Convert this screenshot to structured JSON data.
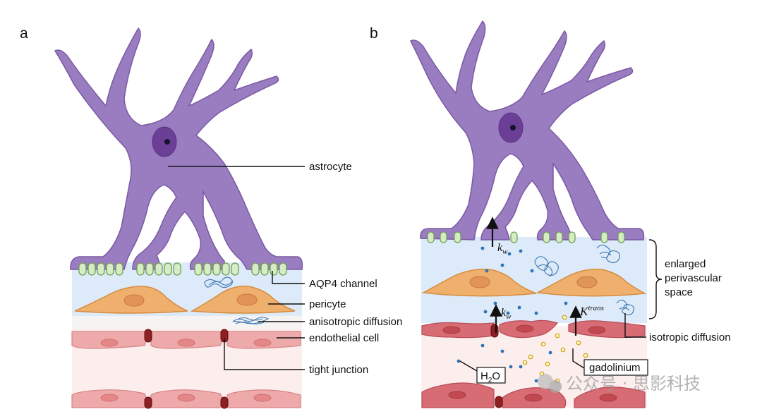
{
  "panels": {
    "a": {
      "letter": "a",
      "labels": {
        "astrocyte": "astrocyte",
        "aqp4": "AQP4 channel",
        "pericyte": "pericyte",
        "anisotropic": "anisotropic diffusion",
        "endothelial": "endothelial cell",
        "tight_junction": "tight junction"
      }
    },
    "b": {
      "letter": "b",
      "labels": {
        "kw_symbol": "k",
        "kw_sub": "w",
        "ktrans_symbol": "K",
        "ktrans_sup": "trans",
        "enlarged_line1": "enlarged",
        "enlarged_line2": "perivascular",
        "enlarged_line3": "space",
        "isotropic": "isotropic diffusion",
        "water_main": "H",
        "water_sub": "2",
        "water_end": "O",
        "gadolinium": "gadolinium"
      }
    }
  },
  "watermark": "公众号 · 思影科技",
  "colors": {
    "astrocyte": "#9a7cc0",
    "pericyte": "#efb06d",
    "endothelial_normal": "#eeaaab",
    "endothelial_damaged": "#d86c74",
    "perivascular_space": "#dceaf9",
    "vessel_lumen": "#fdeeee",
    "water": "#2d73b6",
    "gadolinium": "#e8c22a"
  }
}
